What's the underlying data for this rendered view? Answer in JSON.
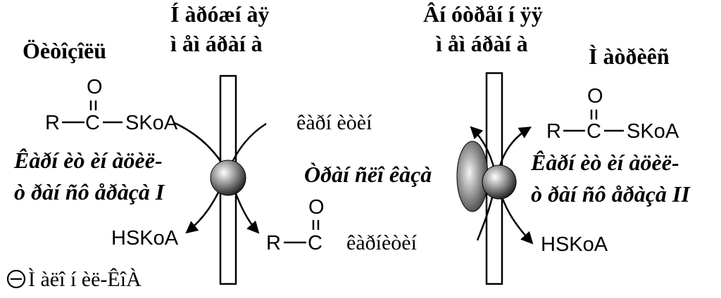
{
  "labels": {
    "cytosol": "Öèòîçîëü",
    "outer_membrane_1": "Í àðóæí àÿ",
    "outer_membrane_2": "ì åì áðàí à",
    "inner_membrane_1": "Âí óòðåí í ÿÿ",
    "inner_membrane_2": "ì åì áðàí à",
    "matrix": "Ì àòðèêñ",
    "carnitine": "êàðí èòèí",
    "translocase": "Òðàí ñëî êàçà",
    "cpt1_line1": "Êàðí èò èí àöèë-",
    "cpt1_line2": "ò ðàí ñô åðàçà I",
    "cpt2_line1": "Êàðí èò èí àöèë-",
    "cpt2_line2": "ò ðàí ñô åðàçà II",
    "inhibitor": "Ì àëî í èë-ÊîÀ",
    "inhibitor_symbol": "Θ"
  },
  "molecules": {
    "acyl_coa_left": {
      "r": "R",
      "c": "C",
      "o": "O",
      "group": "SKoA"
    },
    "hskoa_left": "HSKoA",
    "acylcarnitine": {
      "r": "R",
      "c": "C",
      "o": "O",
      "group": "êàðíèòèí"
    },
    "acyl_coa_right": {
      "r": "R",
      "c": "C",
      "o": "O",
      "group": "SKoA"
    },
    "hskoa_right": "HSKoA"
  }
}
